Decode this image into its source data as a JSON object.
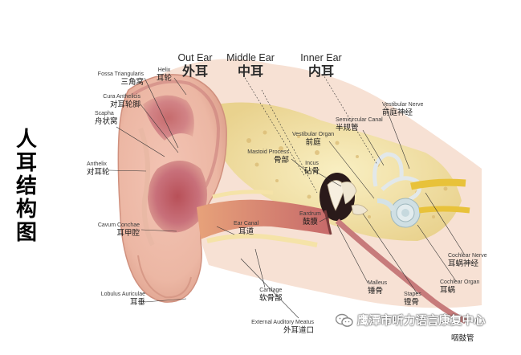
{
  "title": "人耳结构图",
  "sections": [
    {
      "en": "Out Ear",
      "zh": "外耳"
    },
    {
      "en": "Middle Ear",
      "zh": "中耳"
    },
    {
      "en": "Inner Ear",
      "zh": "内耳"
    }
  ],
  "labels": {
    "fossa": {
      "en": "Fossa Triangularis",
      "zh": "三角窝"
    },
    "helix": {
      "en": "Helix",
      "zh": "耳轮"
    },
    "cura": {
      "en": "Cura Anthelicis",
      "zh": "对耳轮脚"
    },
    "scapha": {
      "en": "Scapha",
      "zh": "舟状窝"
    },
    "antihelix": {
      "en": "Anthelix",
      "zh": "对耳轮"
    },
    "cavum": {
      "en": "Cavum Conchae",
      "zh": "耳甲腔"
    },
    "lobulus": {
      "en": "Lobulus Auriculae",
      "zh": "耳垂"
    },
    "mastoid": {
      "en": "Mastoid Process",
      "zh": "骨部"
    },
    "incus": {
      "en": "Incus",
      "zh": "砧骨"
    },
    "earcanal": {
      "en": "Ear Canal",
      "zh": "耳道"
    },
    "eardrum": {
      "en": "Eardrum",
      "zh": "鼓膜"
    },
    "cartilage": {
      "en": "Cartilage",
      "zh": "软骨部"
    },
    "meatus": {
      "en": "External Auditory Meatus",
      "zh": "外耳道口"
    },
    "malleus": {
      "en": "Malleus",
      "zh": "锤骨"
    },
    "stapes": {
      "en": "Stapes",
      "zh": "镫骨"
    },
    "vestibular_nerve": {
      "en": "Vestibular Nerve",
      "zh": "前庭神经"
    },
    "semicircular": {
      "en": "Semicircular Canal",
      "zh": "半规管"
    },
    "vestibular_organ": {
      "en": "Vestibular Organ",
      "zh": "前庭"
    },
    "cochlear_nerve": {
      "en": "Cochlear Nerve",
      "zh": "耳蜗神经"
    },
    "cochlear_organ": {
      "en": "Cochlear Organ",
      "zh": "耳蜗"
    },
    "tube": {
      "zh": "咽鼓管"
    }
  },
  "watermark": {
    "text": "鹰潭市听力语言康复中心",
    "icon": "wechat-icon"
  }
}
